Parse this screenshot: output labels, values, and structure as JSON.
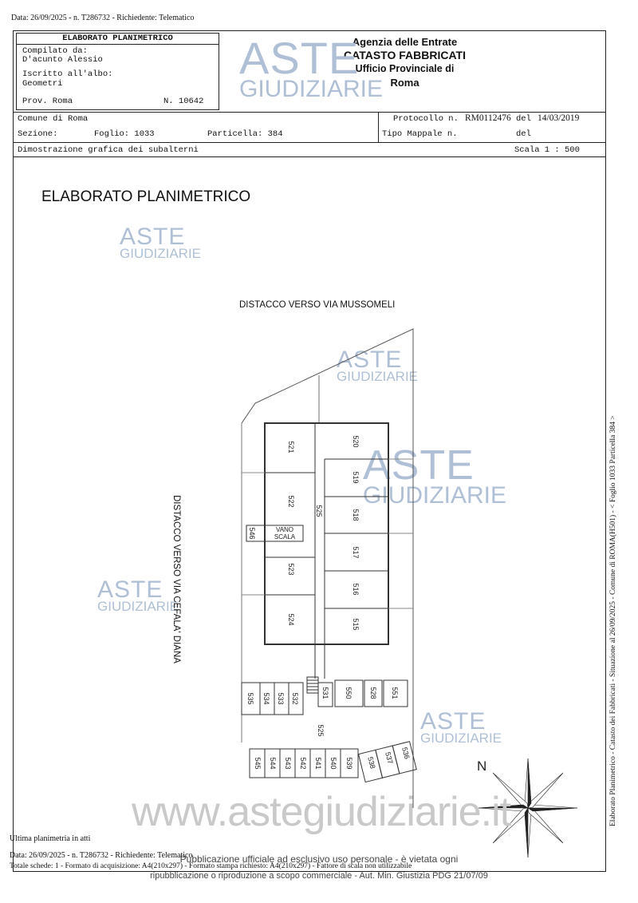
{
  "top_line": "Data: 26/09/2025 - n. T286732 - Richiedente: Telematico",
  "header": {
    "title": "ELABORATO PLANIMETRICO",
    "compilato_label": "Compilato da:",
    "compilato_value": "D'acunto Alessio",
    "iscritto_label": "Iscritto all'albo:",
    "iscritto_value": "Geometri",
    "prov_label": "Prov. Roma",
    "n_label": "N. 10642",
    "agency_line1": "Agenzia delle Entrate",
    "agency_line2": "CATASTO FABBRICATI",
    "agency_line3": "Ufficio Provinciale di",
    "agency_line4": "Roma",
    "comune": "Comune di Roma",
    "sezione": "Sezione:",
    "foglio": "Foglio: 1033",
    "particella": "Particella: 384",
    "protocollo_label": "Protocollo n.",
    "protocollo_value": "RM0112476",
    "del_label": "del",
    "protocollo_date": "14/03/2019",
    "tipo_mappale": "Tipo Mappale n.",
    "del_label2": "del",
    "dimostrazione": "Dimostrazione grafica dei subalterni",
    "scala": "Scala 1 : 500"
  },
  "watermark": {
    "aste": "ASTE",
    "giudiziarie": "GIUDIZIARIE",
    "website": "www.astegiudiziarie.it"
  },
  "plan": {
    "title": "ELABORATO PLANIMETRICO",
    "top_label": "DISTACCO VERSO VIA MUSSOMELI",
    "left_label": "DISTACCO VERSO VIA CEFALA' DIANA",
    "north": "N",
    "vano_line1": "VANO",
    "vano_line2": "SCALA",
    "units": {
      "u521": "521",
      "u520": "520",
      "u519": "519",
      "u518": "518",
      "u522": "522",
      "u525a": "525",
      "u546": "546",
      "u517": "517",
      "u523": "523",
      "u516": "516",
      "u524": "524",
      "u515": "515",
      "u535": "535",
      "u534": "534",
      "u533": "533",
      "u532": "532",
      "u531": "531",
      "u550": "550",
      "u528": "528",
      "u551": "551",
      "u525b": "525",
      "u545": "545",
      "u544": "544",
      "u543": "543",
      "u542": "542",
      "u541": "541",
      "u540": "540",
      "u539": "539",
      "u538": "538",
      "u537": "537",
      "u536": "536"
    }
  },
  "side_text": "Elaborato Planimetrico - Catasto dei Fabbricati - Situazione al 26/09/2025 - Comune di ROMA(H501) - < Foglio 1033 Particella 384 >",
  "footer": {
    "ultima": "Ultima planimetria in atti",
    "line1": "Data: 26/09/2025 - n. T286732 - Richiedente: Telematico",
    "line2": "Totale schede: 1 - Formato di acquisizione: A4(210x297) - Formato stampa richiesto: A4(210x297) - Fattore di scala non utilizzabile",
    "notice1": "Pubblicazione ufficiale ad esclusivo uso personale - è vietata ogni",
    "notice2": "ripubblicazione o riproduzione a scopo commerciale - Aut. Min. Giustizia PDG 21/07/09"
  }
}
